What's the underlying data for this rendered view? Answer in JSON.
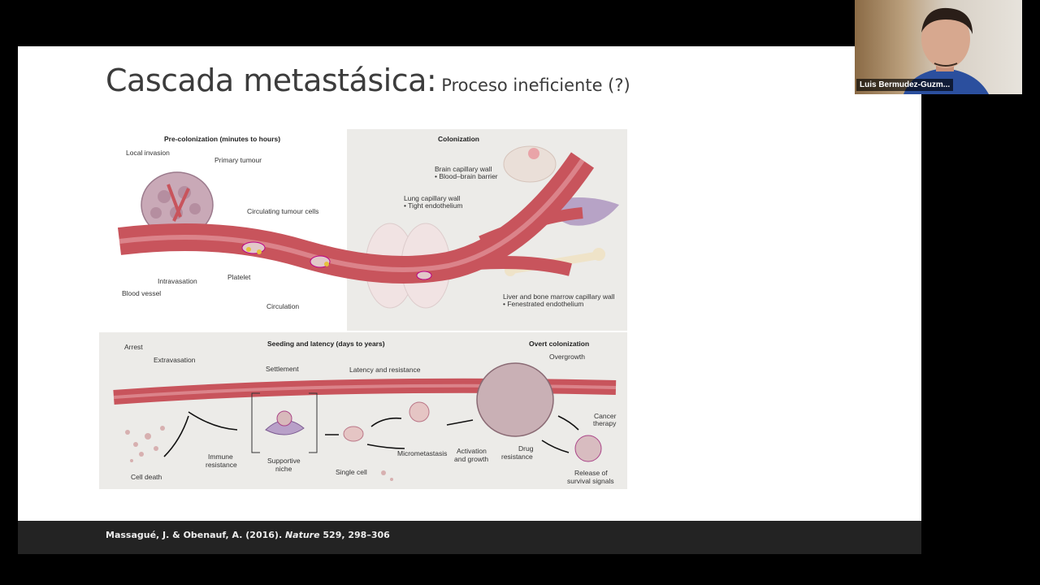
{
  "slide": {
    "title_main": "Cascada metastásica:",
    "title_sub": "Proceso ineficiente (?)",
    "citation_authors": "Massagué, J. & Obenauf, A. (2016). ",
    "citation_journal": "Nature",
    "citation_rest": " 529, 298–306"
  },
  "figure": {
    "headers": {
      "precolonization": "Pre-colonization (minutes to hours)",
      "colonization": "Colonization",
      "seeding": "Seeding and latency (days to years)",
      "overt": "Overt colonization"
    },
    "labels": {
      "local_invasion": "Local invasion",
      "primary_tumour": "Primary tumour",
      "circulating_cells": "Circulating tumour cells",
      "blood_vessel": "Blood vessel",
      "intravasation": "Intravasation",
      "platelet": "Platelet",
      "circulation": "Circulation",
      "brain_wall": "Brain capillary wall",
      "brain_barrier": "• Blood–brain barrier",
      "lung_wall": "Lung capillary wall",
      "lung_endothelium": "• Tight endothelium",
      "liver_wall": "Liver and bone marrow capillary wall",
      "liver_endothelium": "• Fenestrated endothelium",
      "arrest": "Arrest",
      "extravasation": "Extravasation",
      "settlement": "Settlement",
      "latency": "Latency and resistance",
      "overgrowth": "Overgrowth",
      "cancer": "Cancer",
      "therapy": "therapy",
      "immune": "Immune",
      "resistance": "resistance",
      "supportive": "Supportive",
      "niche": "niche",
      "micrometastasis": "Micrometastasis",
      "activation": "Activation",
      "and_growth": "and growth",
      "drug": "Drug",
      "drug_resistance": "resistance",
      "cell_death": "Cell death",
      "single_cell": "Single cell",
      "release": "Release of",
      "survival": "survival signals"
    }
  },
  "webcam": {
    "name": "Luis Bermudez-Guzm..."
  },
  "colors": {
    "vessel": "#c8545c",
    "vessel_dark": "#a33c44",
    "panel": "#ecebe8",
    "footer": "#232323"
  }
}
